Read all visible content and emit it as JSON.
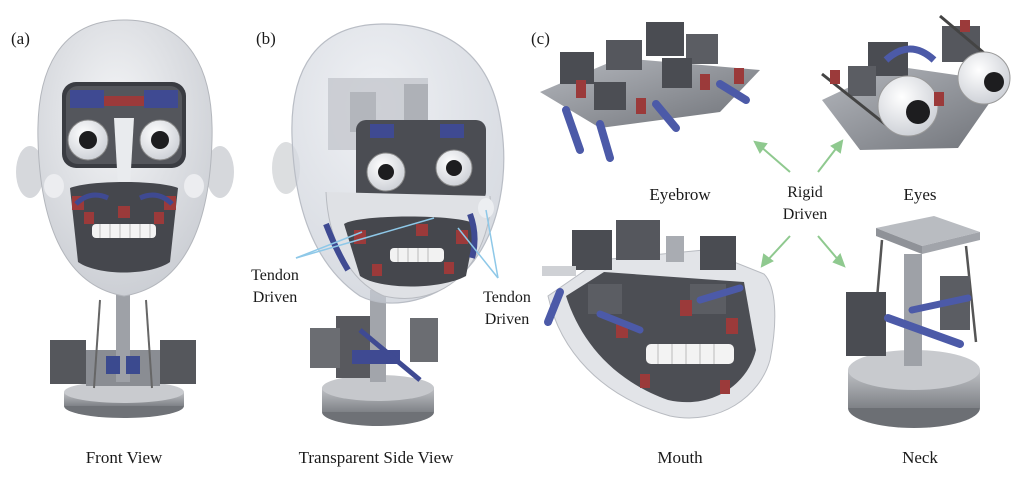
{
  "panels": {
    "a": {
      "letter": "(a)",
      "caption": "Front View"
    },
    "b": {
      "letter": "(b)",
      "caption": "Transparent Side View",
      "tendon_left": {
        "line1": "Tendon",
        "line2": "Driven"
      },
      "tendon_right": {
        "line1": "Tendon",
        "line2": "Driven"
      }
    },
    "c": {
      "letter": "(c)",
      "captions": {
        "eyebrow": "Eyebrow",
        "eyes": "Eyes",
        "mouth": "Mouth",
        "neck": "Neck"
      },
      "center": {
        "line1": "Rigid",
        "line2": "Driven"
      }
    }
  },
  "colors": {
    "arrow": "#8fc98f",
    "tendon_line": "#8ec8e8",
    "skull": "#e6e8ec",
    "servo": "#4a4c52",
    "link_blue": "#4c5aa8",
    "link_red": "#9b3a3a"
  }
}
